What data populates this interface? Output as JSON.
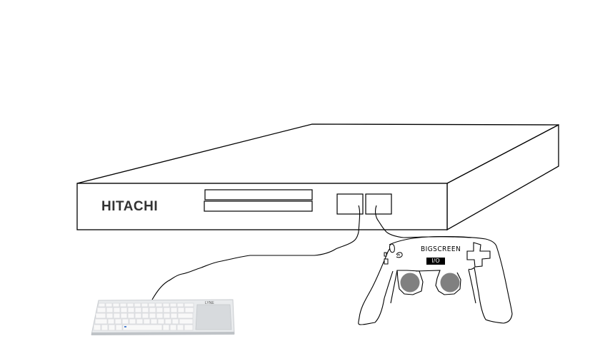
{
  "diagram": {
    "console": {
      "brand_label": "HITACHI",
      "disc_slots": 2,
      "ports": 2,
      "colors": {
        "stroke": "#000000",
        "fill": "#ffffff",
        "brand": "#333333"
      }
    },
    "controller": {
      "brand_label": "BIGSCREEN",
      "badge_label": "I/O",
      "colors": {
        "stroke": "#000000",
        "stick": "#808080",
        "badge_bg": "#000000",
        "badge_text": "#ffffff"
      }
    },
    "keyboard": {
      "description": "white wireless keyboard with touchpad",
      "colors": {
        "body": "#e8eaec",
        "keys": "#f7f7f7",
        "touchpad": "#d6d9dc"
      }
    },
    "connections": [
      {
        "from": "keyboard",
        "to": "console-port-left"
      },
      {
        "from": "controller",
        "to": "console-port-right"
      }
    ]
  }
}
